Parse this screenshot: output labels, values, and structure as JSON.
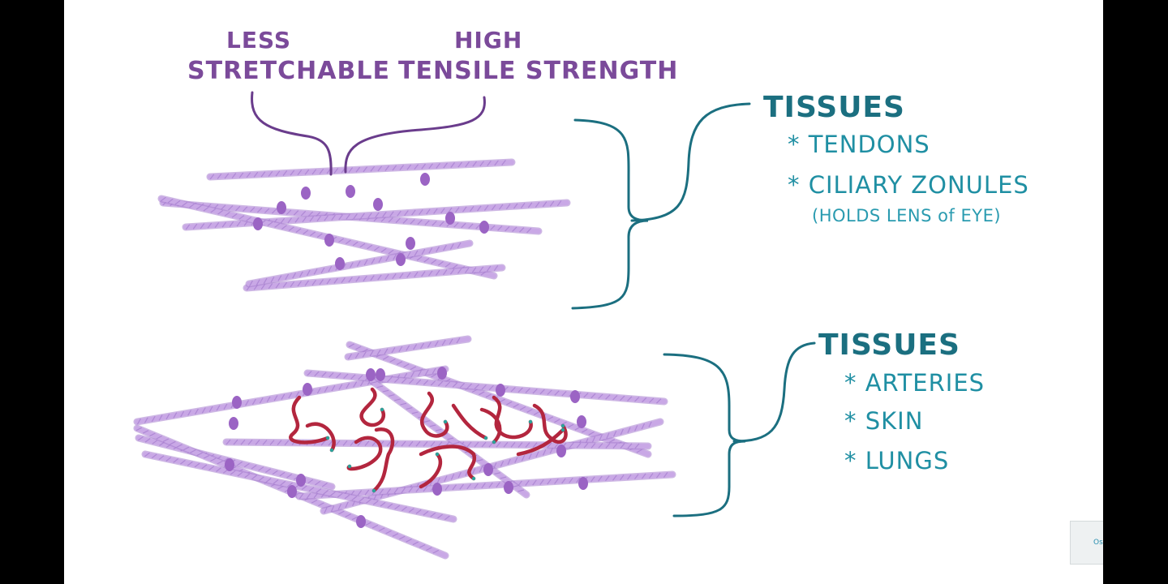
{
  "top_labels": {
    "left_line1": "LESS",
    "left_line2": "STRETCHABLE",
    "right_line1": "HIGH",
    "right_line2": "TENSILE STRENGTH"
  },
  "upper_group": {
    "heading": "TISSUES",
    "items": [
      "* TENDONS",
      "* CILIARY ZONULES"
    ],
    "note": "(HOLDS LENS of EYE)"
  },
  "lower_group": {
    "heading": "TISSUES",
    "items": [
      "* ARTERIES",
      "* SKIN",
      "* LUNGS"
    ]
  },
  "watermark": {
    "text": "Osmosis"
  },
  "colors": {
    "fiber": "#c9a8e6",
    "fiber_edge": "#a77fcf",
    "crosslink": "#9b64c4",
    "elastin": "#b3263e",
    "teal": "#1b6f80",
    "label_purple": "#7b4a9a"
  }
}
